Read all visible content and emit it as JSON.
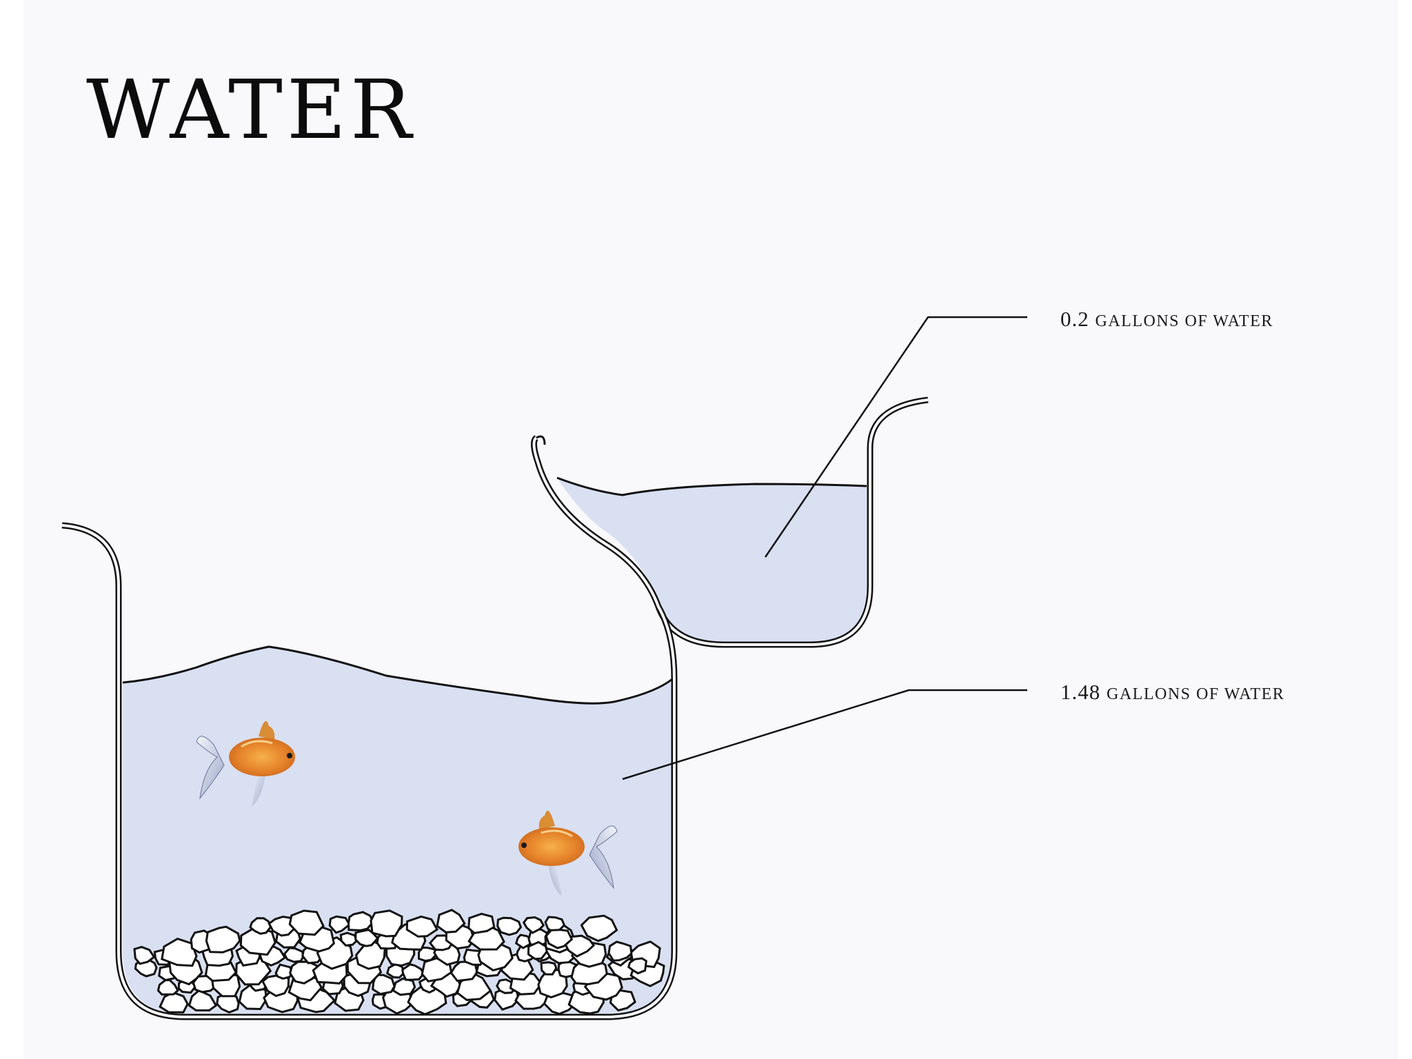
{
  "title": "WATER",
  "labels": {
    "upper_number": "0.2",
    "upper_text": "GALLONS OF WATER",
    "lower_number": "1.48",
    "lower_text": "GALLONS OF WATER"
  },
  "colors": {
    "background": "#f9f9fb",
    "water": "#d9e0f2",
    "outline": "#111111",
    "fish_orange": "#e98a2a"
  },
  "icons": [
    "goldfish-icon",
    "goldfish-icon",
    "pebble-icon"
  ]
}
